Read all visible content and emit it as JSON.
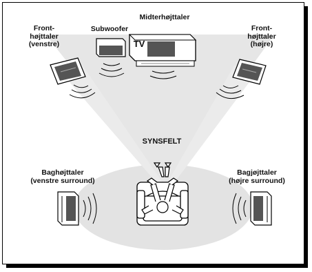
{
  "labels": {
    "front_left": "Front-\nhøjttaler\n(venstre)",
    "subwoofer": "Subwoofer",
    "center": "Midterhøjttaler",
    "front_right": "Front-\nhøjttaler\n(højre)",
    "tv": "TV",
    "field_of_view": "SYNSFELT",
    "rear_left": "Baghøjttaler\n(venstre surround)",
    "rear_right": "Bagjøjttaler\n(højre surround)"
  },
  "colors": {
    "cone_fill": "#e6e6e6",
    "floor_ellipse": "#e3e3e3",
    "speaker_dark": "#555555",
    "line": "#000000"
  }
}
